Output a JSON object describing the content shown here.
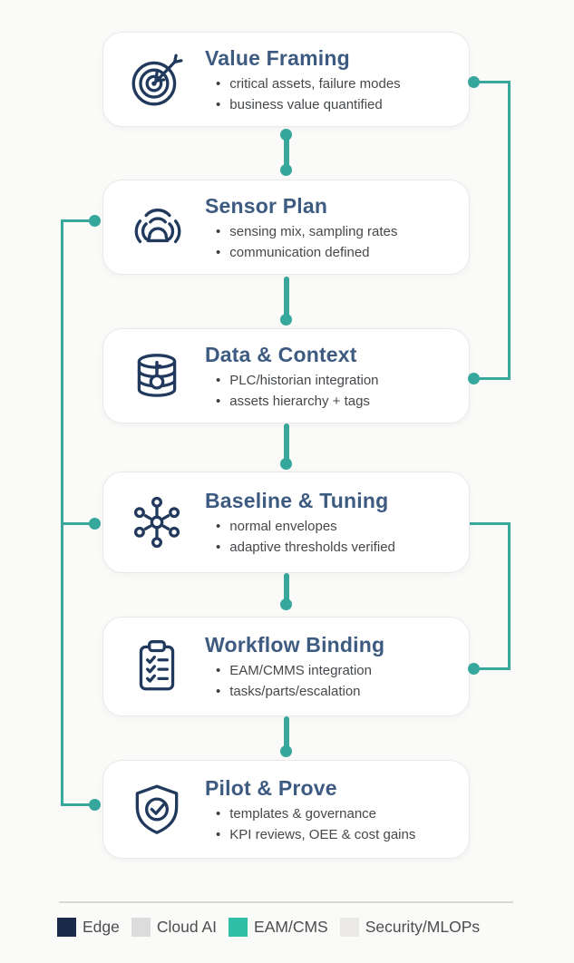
{
  "steps": [
    {
      "title": "Value Framing",
      "icon": "target-icon",
      "bullets": [
        "critical assets, failure modes",
        "business value quantified"
      ]
    },
    {
      "title": "Sensor Plan",
      "icon": "sensor-waves-icon",
      "bullets": [
        "sensing mix, sampling rates",
        "communication defined"
      ]
    },
    {
      "title": "Data & Context",
      "icon": "database-key-icon",
      "bullets": [
        "PLC/historian integration",
        "assets hierarchy + tags"
      ]
    },
    {
      "title": "Baseline & Tuning",
      "icon": "network-hub-icon",
      "bullets": [
        "normal envelopes",
        "adaptive thresholds verified"
      ]
    },
    {
      "title": "Workflow Binding",
      "icon": "clipboard-checklist-icon",
      "bullets": [
        "EAM/CMMS integration",
        "tasks/parts/escalation"
      ]
    },
    {
      "title": "Pilot & Prove",
      "icon": "shield-check-icon",
      "bullets": [
        "templates & governance",
        "KPI reviews, OEE & cost gains"
      ]
    }
  ],
  "legend": {
    "items": [
      {
        "label": "Edge",
        "color": "#1b2a4a"
      },
      {
        "label": "Cloud AI",
        "color": "#dcdcdc"
      },
      {
        "label": "EAM/CMS",
        "color": "#2fbfa9"
      },
      {
        "label": "Security/MLOPs",
        "color": "#eae9e8"
      }
    ]
  },
  "colors": {
    "connector_teal": "#3aa79c",
    "title_blue": "#3d5a80",
    "icon_navy": "#20395c",
    "bullet_text": "#45484b",
    "card_border": "#e9e9e8"
  }
}
